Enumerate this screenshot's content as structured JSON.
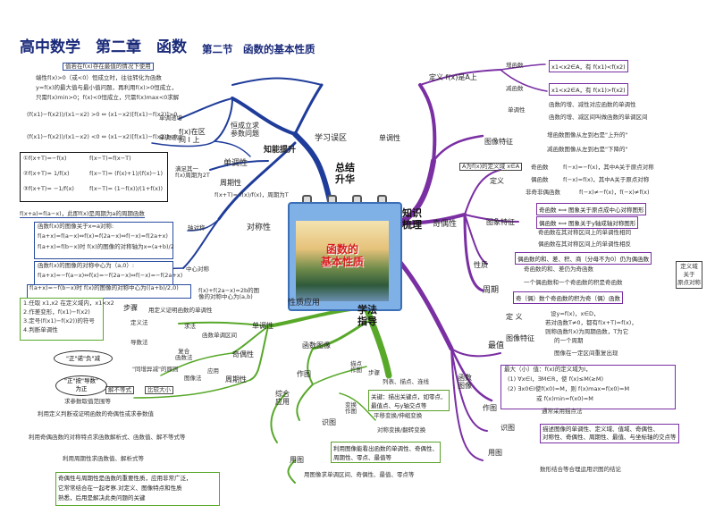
{
  "header": {
    "main_title": "高中数学　第二章　函数",
    "section": "第二节　函数的基本性质"
  },
  "center": {
    "title_line1": "函数的",
    "title_line2": "基本性质"
  },
  "branches": {
    "summary": "总结\n升华",
    "knowledge": "知识\n梳理",
    "method": "学法\n指导"
  },
  "colors": {
    "blue": "#1f3c9a",
    "purple": "#7a2fa3",
    "green": "#58a82a",
    "board": "#7fb0e6"
  },
  "left_top": {
    "note_top": "值若在f(x)存在最值的情况下使用",
    "l1": "端性f(x)>0（或<0）恒成立时，往往转化为函数",
    "l2": "y=f(x)的最大值与最小值问题，再利用f(x)>0恒成立，",
    "l3": "只需f(x)min>0；f(x)<0恒成立，只需f(x)max<0求解",
    "mono_def1": "(f(x1)−f(x2))/(x1−x2) >0 ⇔ (x1−x2)[f(x1)−f(x2)]>0",
    "mono_inc": "单调递增",
    "mono_def2": "(f(x1)−f(x2))/(x1−x2) <0 ⇔ (x1−x2)[f(x1)−f(x2)]<0",
    "mono_dec": "单调递减",
    "fx_interval": "f(x)在区\n间 I 上",
    "const_param": "恒成立求\n参数问题",
    "monotonic": "单调性",
    "knowledge_up": "知能提升",
    "misc": "学习误区",
    "period_box1": "①f(x+T)=−f(x)",
    "period_box2": "②f(x+T)= 1/f(x)",
    "period_box3": "③f(x+T)= −1/f(x)",
    "period_box4": "f(x−T)=f(x−T)",
    "period_box5": "f(x−T)= (f(x)+1)/(f(x)−1)",
    "period_box6": "f(x−T)= (1−f(x))/(1+f(x))",
    "period_note": "满足其一\nf(x)周期为2T",
    "period_label": "周期性",
    "period_T": "f(x+T)= f(x)/f(x)，周期为T",
    "even_note": "f(x+a)=f(a−x)，此即f(x)是周期为a的周期函数",
    "sym_label": "对称性",
    "axis_sym": "轴对称",
    "axis1": "函数f(x)的图像关于x=a对称:",
    "axis2": "f(a+x)=f(a−x)⇔f(x)=f(2a−x)⇔f(−x)=f(2a+x)",
    "axis3": "f(a+x)=f(b−x)时 f(x)的图像的对称轴为x=(a+b)/2",
    "center_sym": "中心对称",
    "c1": "函数f(x)的图像的对称中心为（a,0）:",
    "c2": "f(a+x)=−f(a−x)⇔f(x)=−f(2a−x)⇔f(−x)=−f(2a+x)",
    "c3": "f(a+x)=−f(b−x)时 f(x)的图像的对称中心为((a+b)/2,0)",
    "c4": "f(x)+f(2a−x)=2b的图\n像的对称中心为(a,b)"
  },
  "left_bottom": {
    "s1": "1.任取 x1,x2 在定义域内，x1<x2",
    "s2": "2.作差变形，f(x1)−f(x2)",
    "s3": "3.定号(f(x1)−f(x2))的符号",
    "s4": "4.判断单调性",
    "steps": "步骤",
    "def_proof": "用定义证明函数的单调性",
    "def_method": "定义法",
    "seek": "求法",
    "deriv": "导数法",
    "mono": "单调性",
    "mono_interval": "函数单调区间",
    "compound": "复合\n函数法",
    "same_inc": "\"同增异减\"的原则",
    "even_parity": "奇偶性",
    "graph_method": "图像法",
    "app": "应用",
    "period": "周期性",
    "z_zhuan_yi": "\"正\"诺\"负\"减",
    "z_deriv": "\"正\"按\"导数\"\n为正",
    "solve_ineq": "解不等式",
    "compare": "比较大小",
    "seek_param": "求参数取值范围等",
    "use_def": "利用定义判断或证明函数的奇偶性或求参数值",
    "use_even": "利用奇偶函数的对称特点求函数解析式、函数值、解不等式等",
    "use_period": "利用周期性求函数值、解析式等",
    "comp_app": "综合\n应用",
    "comp_text": "奇偶性与周期性是函数的重要性质，应用非常广泛，\n它常常结合在一起考察.对定义、图像特点和性质\n熟悉，后用是解决此类问题的关键",
    "property_app": "性质应用",
    "graph_fn": "函数图像",
    "draw": "作图",
    "trace": "描点\n作图",
    "step2": "步骤",
    "list_trace": "列表、描点、连线",
    "key": "关键：描出关键点，如零点、\n最值点、与y轴交点等",
    "transform": "变换\n作图",
    "shift": "平移变换/伸缩变换",
    "sym_trans": "对称变换/翻转变换",
    "recognize": "识图",
    "use_graph_txt": "利用图像能看出函数的单调性、奇偶性、\n周期性、零点、最值等",
    "use_graph": "用图",
    "use_graph2": "用图像求单调区间、奇偶性、最值、零点等"
  },
  "right": {
    "def": "定义 f(x)是A上",
    "inc": "增函数",
    "inc_c": "x1<x2∈A，有 f(x1)<f(x2)",
    "dec": "减函数",
    "dec_c": "x1<x2∈A，有 f(x1)>f(x2)",
    "mono_iv": "单调性",
    "iv1": "函数的增、减性对应函数的单调性",
    "iv2": "函数的增、减区间叫做函数的单调区间",
    "graph_feat": "图像特征",
    "g1": "增函数图像从左到右是\"上升的\"",
    "g2": "减函数图像从左到右是\"下降的\"",
    "single": "单调性",
    "dom_sym": "A为f(x)的定义域 x∈A",
    "parity_def": "定义",
    "even": "奇函数",
    "even_c": "f(−x)=−f(x)，其中A关于原点对称",
    "odd": "偶函数",
    "odd_c": "f(−x)=f(x)，其中A关于原点对称",
    "neither": "非奇非偶函数",
    "neither_c": "f(−x)≠−f(x)，f(−x)≠f(x)",
    "parity": "奇偶性",
    "graph2": "图象特征",
    "p1": "奇函数 ⟺ 图象关于原点成中心对称图形",
    "p2": "偶函数 ⟺ 图象关于y轴成轴对称图形",
    "p3": "奇函数在其对称区间上的单调性相同",
    "p4": "偶函数在其对称区间上的单调性相反",
    "nature": "性质",
    "n1": "偶函数的和、差、积、商（分母不为0）仍为偶函数",
    "n2": "奇函数的和、差仍为奇函数",
    "n3": "一个偶函数和一个奇函数的积是奇函数",
    "n4": "奇（偶）数个奇函数的积为奇（偶）函数",
    "def_domain": "定义域\n关于\n原点对称",
    "period_r": "周期",
    "def2": "定 义",
    "pd1": "设y=f(x)，x∈D，",
    "pd2": "若对函数T≠0，都有f(x+T)=f(x)，",
    "pd3": "则称函数f(x)为周期函数，T为它",
    "pd4": "的一个周期",
    "extremum": "最值",
    "graph_feat3": "图像特征",
    "gf3": "图像在一定区间重复出现",
    "max": "最大（小）值：f(x)的定义域为I，",
    "max1": "(1) ∀x∈I，∃M∈R，使 f(x)≤M(≥M)",
    "max2": "(2) ∃x0∈I使f(x0)=M，则 f(x)max=f(x0)=M",
    "max3": "或 f(x)min=f(x0)=M",
    "fn_graph": "函数\n图像",
    "draw_r": "作图",
    "draw_r_t": "通常采用描点法",
    "recog_r": "识图",
    "recog_r_t": "描述图像的单调性、定义域、值域、奇偶性、\n对称性、奇偶性、周期性、最值、与坐标轴的交点等",
    "use_r": "用图",
    "use_r_t": "数形结合等合理运用识图的结论"
  }
}
